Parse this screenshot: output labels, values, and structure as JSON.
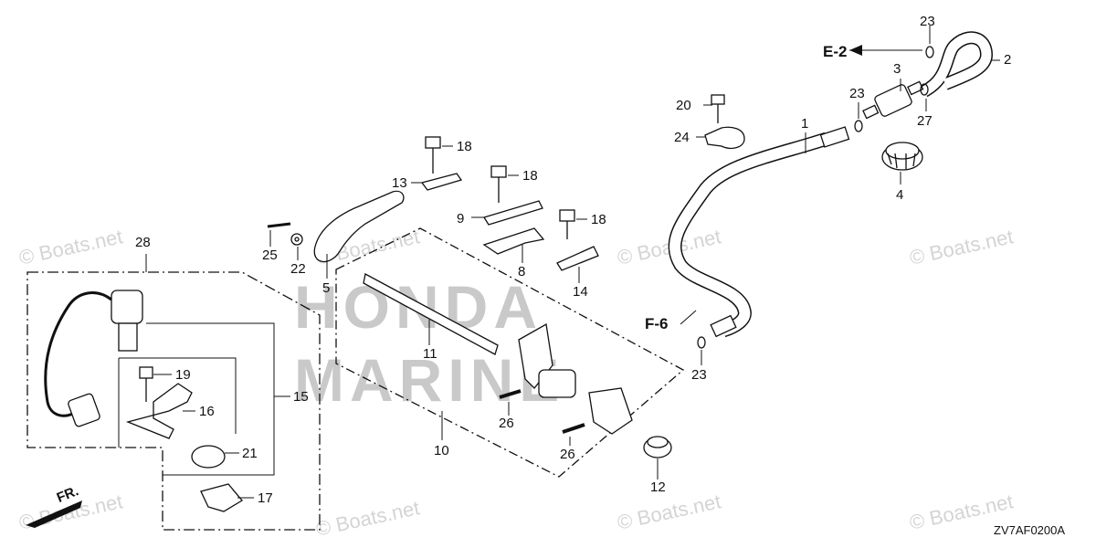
{
  "diagram": {
    "code": "ZV7AF0200A",
    "front_label": "FR.",
    "brand_lines": [
      "HONDA",
      "MARINE"
    ],
    "watermark": "© Boats.net",
    "refs": {
      "e2": "E-2",
      "f6": "F-6"
    },
    "parts": {
      "p1": "1",
      "p2": "2",
      "p3": "3",
      "p4": "4",
      "p5": "5",
      "p8": "8",
      "p9": "9",
      "p10": "10",
      "p11": "11",
      "p12": "12",
      "p13": "13",
      "p14": "14",
      "p15": "15",
      "p16": "16",
      "p17": "17",
      "p18a": "18",
      "p18b": "18",
      "p18c": "18",
      "p19": "19",
      "p20": "20",
      "p21": "21",
      "p22": "22",
      "p23a": "23",
      "p23b": "23",
      "p23c": "23",
      "p24": "24",
      "p25": "25",
      "p26a": "26",
      "p26b": "26",
      "p27": "27",
      "p28": "28"
    }
  }
}
